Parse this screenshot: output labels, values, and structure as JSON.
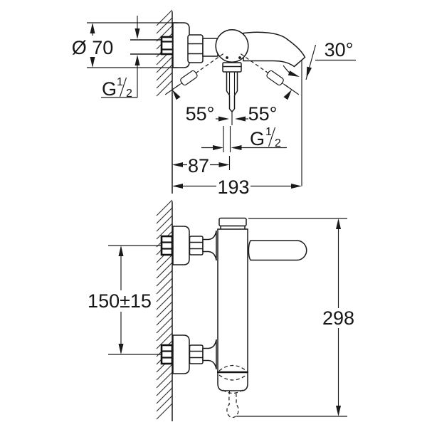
{
  "side_view": {
    "flange_diameter": "Ø 70",
    "inlet_thread": {
      "g": "G",
      "sup": "1",
      "sub": "2"
    },
    "lever_angle_left": "55°",
    "lever_angle_right": "55°",
    "spout_angle": "30°",
    "outlet_thread": {
      "g": "G",
      "sup": "1",
      "sub": "2"
    },
    "wall_to_axis": "87",
    "wall_to_spout_tip": "193"
  },
  "front_view": {
    "inlet_spacing": "150±15",
    "overall_height": "298"
  }
}
